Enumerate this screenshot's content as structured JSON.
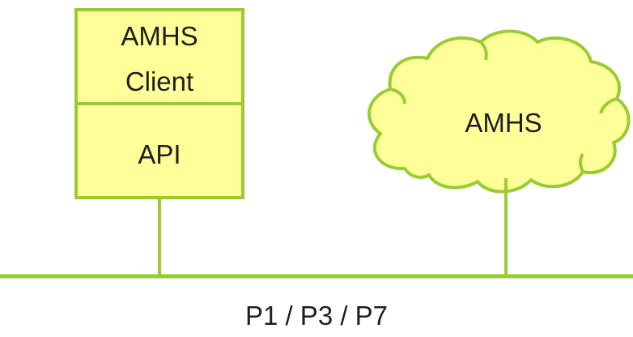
{
  "client_box": {
    "title_line1": "AMHS",
    "title_line2": "Client",
    "api_label": "API"
  },
  "cloud": {
    "label": "AMHS"
  },
  "bus": {
    "label": "P1 / P3 / P7"
  },
  "colors": {
    "line": "#99cc33",
    "fill": "#ffff99",
    "text": "#1f1f1f",
    "background": "#ffffff"
  }
}
